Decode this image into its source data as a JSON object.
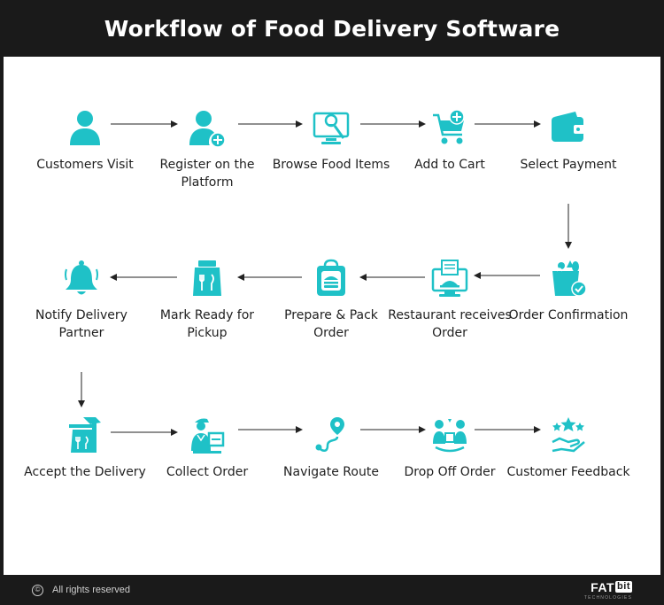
{
  "title": "Workflow of Food Delivery Software",
  "accent_color": "#1fc1c7",
  "steps": [
    {
      "id": "customers-visit",
      "label": "Customers Visit",
      "icon": "user-icon"
    },
    {
      "id": "register",
      "label": "Register on the Platform",
      "icon": "user-add-icon"
    },
    {
      "id": "browse-food",
      "label": "Browse Food Items",
      "icon": "monitor-search-icon"
    },
    {
      "id": "add-to-cart",
      "label": "Add to Cart",
      "icon": "cart-add-icon"
    },
    {
      "id": "select-payment",
      "label": "Select Payment",
      "icon": "wallet-icon"
    },
    {
      "id": "order-confirmation",
      "label": "Order Confirmation",
      "icon": "grocery-bag-check-icon"
    },
    {
      "id": "restaurant-receives",
      "label": "Restaurant receives Order",
      "icon": "monitor-order-icon"
    },
    {
      "id": "prepare-pack",
      "label": "Prepare & Pack Order",
      "icon": "food-package-icon"
    },
    {
      "id": "mark-ready",
      "label": "Mark Ready for Pickup",
      "icon": "takeaway-bag-icon"
    },
    {
      "id": "notify-partner",
      "label": "Notify Delivery Partner",
      "icon": "bell-icon"
    },
    {
      "id": "accept-delivery",
      "label": "Accept the Delivery",
      "icon": "hand-bag-icon"
    },
    {
      "id": "collect-order",
      "label": "Collect Order",
      "icon": "delivery-person-icon"
    },
    {
      "id": "navigate-route",
      "label": "Navigate Route",
      "icon": "route-pin-icon"
    },
    {
      "id": "drop-off",
      "label": "Drop Off Order",
      "icon": "handover-icon"
    },
    {
      "id": "feedback",
      "label": "Customer Feedback",
      "icon": "stars-hand-icon"
    }
  ],
  "footer": {
    "copyright_symbol": "©",
    "rights_text": "All rights reserved",
    "brand_main": "FAT",
    "brand_bit": "bit",
    "brand_sub": "TECHNOLOGIES"
  }
}
